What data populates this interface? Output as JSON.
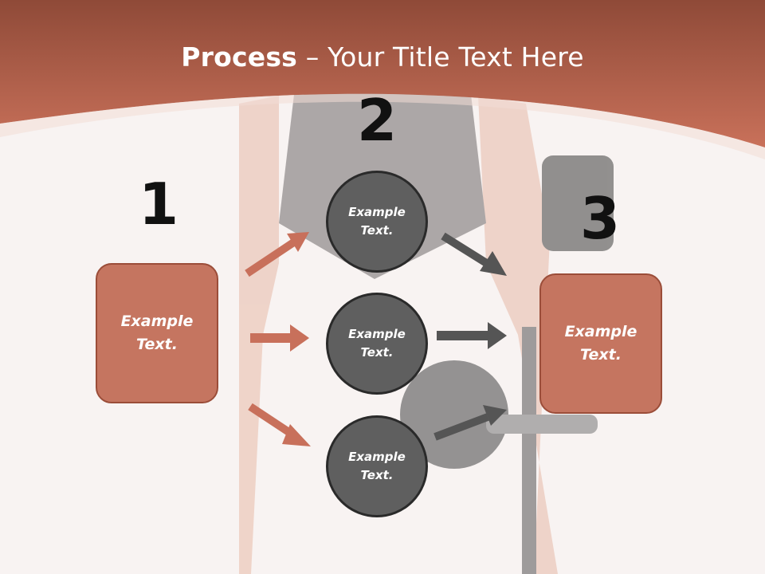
{
  "title": {
    "bold": "Process",
    "rest": " – Your Title Text Here"
  },
  "steps": {
    "one": "1",
    "two": "2",
    "three": "3"
  },
  "left_box": {
    "text": "Example Text."
  },
  "right_box": {
    "text": "Example Text."
  },
  "circles": [
    {
      "text": "Example Text."
    },
    {
      "text": "Example Text."
    },
    {
      "text": "Example Text."
    }
  ],
  "colors": {
    "accent": "#c0664d",
    "box_fill": "#c57560",
    "circle_fill": "#5f5f5f",
    "arrow_orange": "#c8705b",
    "arrow_dark": "#555555"
  }
}
